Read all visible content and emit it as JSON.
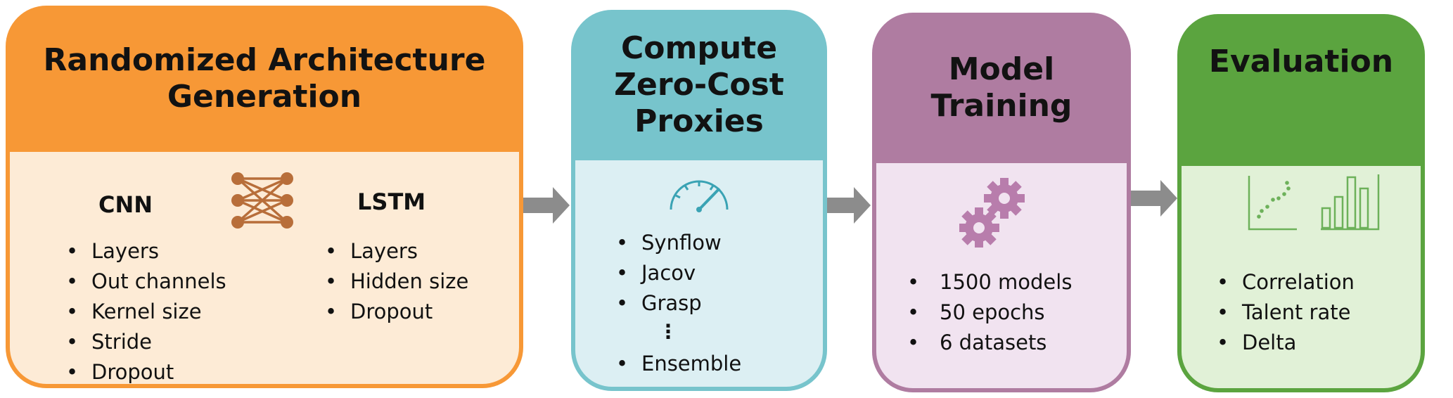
{
  "colors": {
    "orange": "#F79836",
    "orange_light": "#FDEBD6",
    "teal": "#77C4CC",
    "teal_light": "#DCEFF3",
    "purple": "#AF7CA1",
    "purple_light": "#F1E3F0",
    "green": "#5BA43F",
    "green_light": "#E1F1D7",
    "arrow": "#8C8C8C",
    "icon_brown": "#B86E3A"
  },
  "stage1": {
    "title_line1": "Randomized Architecture",
    "title_line2": "Generation",
    "icon": "neural-network-icon",
    "cnn": {
      "label": "CNN",
      "items": [
        "Layers",
        "Out channels",
        "Kernel size",
        "Stride",
        "Dropout"
      ]
    },
    "lstm": {
      "label": "LSTM",
      "items": [
        "Layers",
        "Hidden size",
        "Dropout"
      ]
    }
  },
  "stage2": {
    "title_line1": "Compute",
    "title_line2": "Zero-Cost",
    "title_line3": "Proxies",
    "icon": "speedometer-icon",
    "items": [
      "Synflow",
      "Jacov",
      "Grasp"
    ],
    "ellipsis": "⋮",
    "last_item": "Ensemble"
  },
  "stage3": {
    "title_line1": "Model",
    "title_line2": "Training",
    "icon": "gears-icon",
    "items": [
      "1500 models",
      "50 epochs",
      "6 datasets"
    ]
  },
  "stage4": {
    "title": "Evaluation",
    "icons": [
      "scatter-plot-icon",
      "bar-chart-icon"
    ],
    "items": [
      "Correlation",
      "Talent rate",
      "Delta"
    ]
  }
}
